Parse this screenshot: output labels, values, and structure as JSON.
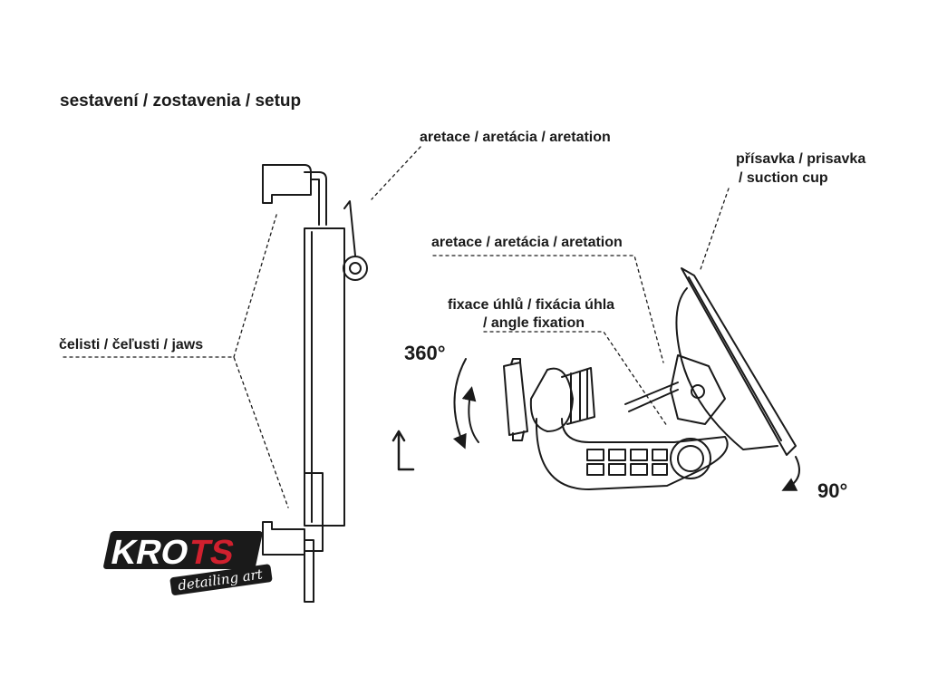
{
  "title": "sestavení / zostavenia / setup",
  "labels": {
    "aretation_top": "aretace / aretácia / aretation",
    "jaws": "čelisti / čeľusti / jaws",
    "suction_line1": "přísavka / prisavka",
    "suction_line2": "/ suction cup",
    "aretation_mid": "aretace / aretácia / aretation",
    "fixation_line1": "fixace úhlů / fixácia úhla",
    "fixation_line2": "/ angle fixation",
    "deg360": "360°",
    "deg90": "90°"
  },
  "logo": {
    "brand": "KROTS",
    "tagline": "detailing art"
  },
  "colors": {
    "line": "#1a1a1a",
    "brand_red": "#d0202e",
    "brand_dark": "#222222"
  }
}
